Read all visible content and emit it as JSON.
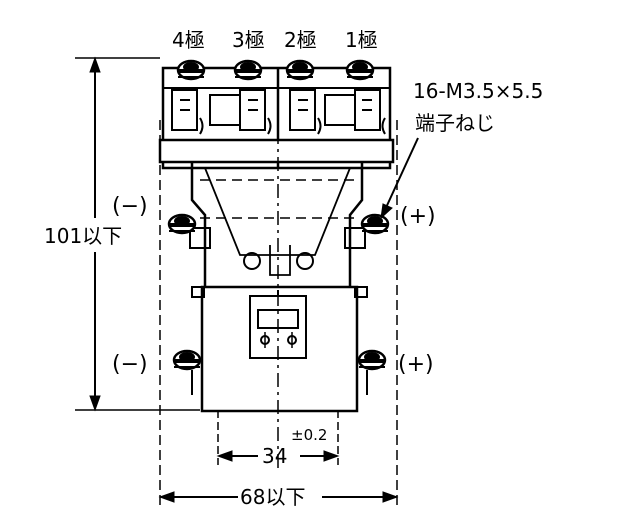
{
  "poles": [
    {
      "label": "4極"
    },
    {
      "label": "3極"
    },
    {
      "label": "2極"
    },
    {
      "label": "1極"
    }
  ],
  "screw_callout": {
    "line1": "16-M3.5×5.5",
    "line2": "端子ねじ"
  },
  "polarity": {
    "minus": "(−)",
    "plus": "(+)"
  },
  "dimensions": {
    "height": "101以下",
    "width": "68以下",
    "pitch": "34",
    "tolerance": "±0.2"
  }
}
